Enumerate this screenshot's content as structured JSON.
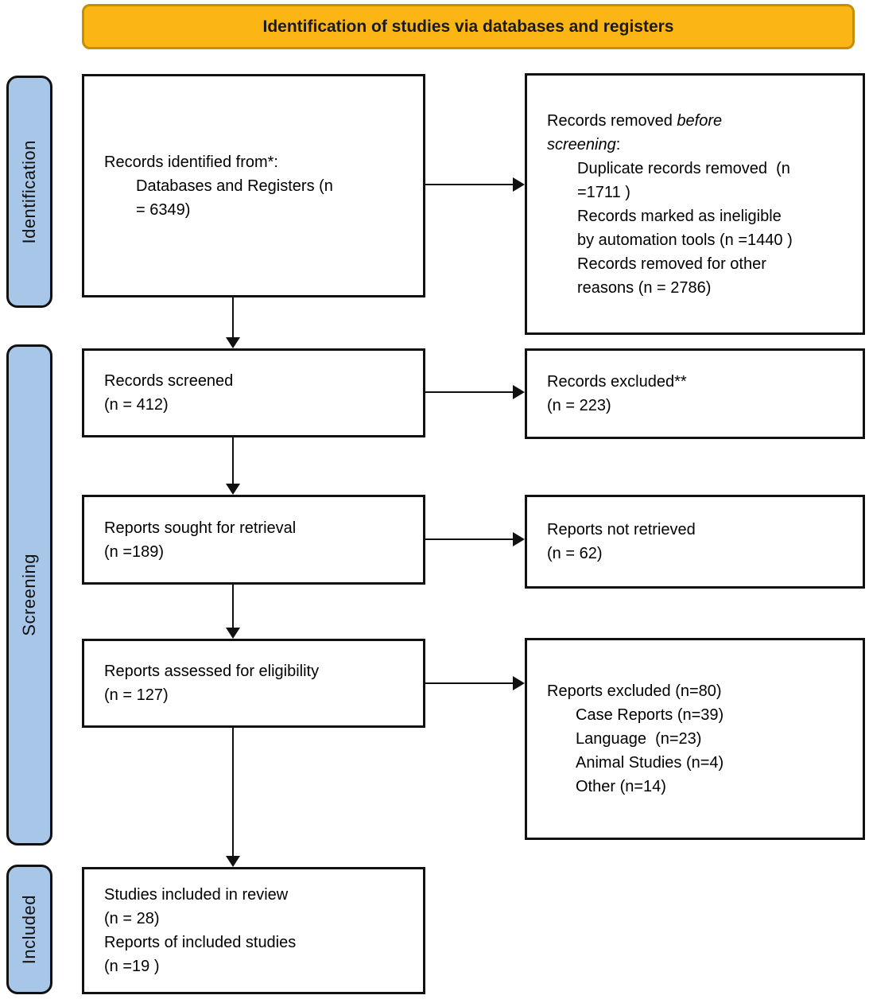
{
  "banner": {
    "label": "Identification of studies via databases and registers"
  },
  "colors": {
    "banner_fill": "#FBB615",
    "banner_border": "#C39100",
    "stage_fill": "#A7C6E8",
    "box_border": "#111111"
  },
  "stages": [
    {
      "label": "Identification"
    },
    {
      "label": "Screening"
    },
    {
      "label": "Included"
    }
  ],
  "boxes": {
    "records_identified": {
      "title": "Records identified from*:",
      "detail_lines": [
        "Databases and Registers (n",
        "= 6349)"
      ]
    },
    "records_removed": {
      "title_line1_regular": "Records removed ",
      "title_line1_italic": "before",
      "title_line2_italic": "screening",
      "title_line2_regular": ":",
      "items": [
        [
          "Duplicate records removed  (n",
          "=1711 )"
        ],
        [
          "Records marked as ineligible",
          "by automation tools (n =1440 )"
        ],
        [
          "Records removed for other",
          "reasons (n = 2786)"
        ]
      ]
    },
    "records_screened": {
      "lines": [
        "Records screened",
        "(n = 412)"
      ]
    },
    "records_excluded": {
      "lines": [
        "Records excluded**",
        "(n = 223)"
      ]
    },
    "reports_sought": {
      "lines": [
        "Reports sought for retrieval",
        "(n =189)"
      ]
    },
    "reports_not_retrieved": {
      "lines": [
        "Reports not retrieved",
        "(n = 62)"
      ]
    },
    "reports_assessed": {
      "lines": [
        "Reports assessed for eligibility",
        "(n = 127)"
      ]
    },
    "reports_excluded": {
      "title": "Reports excluded (n=80)",
      "items": [
        "Case Reports (n=39)",
        "Language  (n=23)",
        "Animal Studies (n=4)",
        "Other (n=14)"
      ]
    },
    "studies_included": {
      "lines": [
        "Studies included in review",
        "(n = 28)",
        "Reports of included studies",
        "(n =19 )"
      ]
    }
  }
}
